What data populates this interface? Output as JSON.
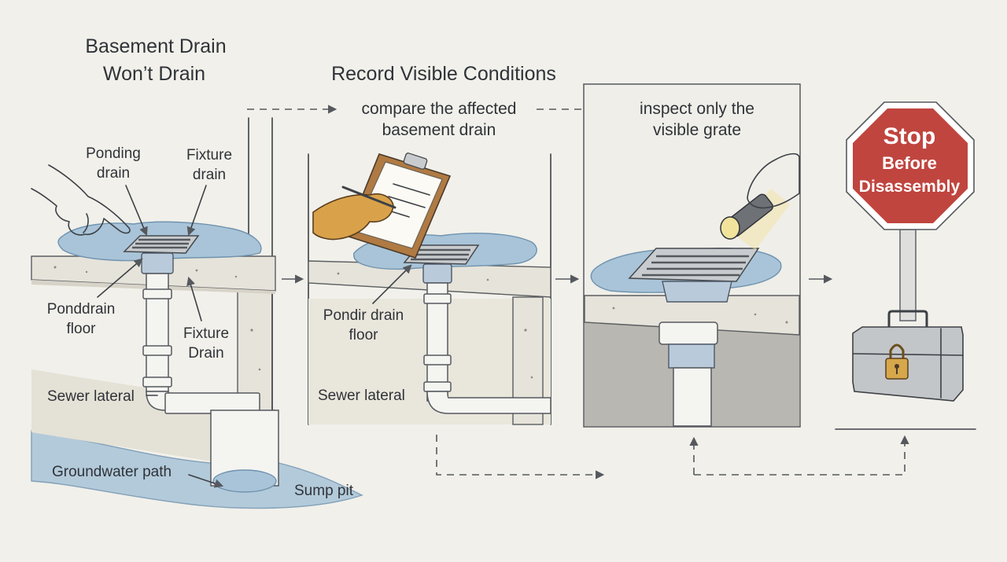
{
  "panels": {
    "p1": {
      "title_line1": "Basement Drain",
      "title_line2": "Won’t Drain",
      "labels": {
        "ponding_drain_1": "Ponding",
        "ponding_drain_2": "drain",
        "fixture_drain_top_1": "Fixture",
        "fixture_drain_top_2": "drain",
        "ponddrain_floor_1": "Ponddrain",
        "ponddrain_floor_2": "floor",
        "fixture_drain_low_1": "Fixture",
        "fixture_drain_low_2": "Drain",
        "sewer_lateral": "Sewer lateral",
        "groundwater_path": "Groundwater path",
        "sump_pit": "Sump pit"
      }
    },
    "p2": {
      "title": "Record Visible Conditions",
      "caption_line1": "compare the affected",
      "caption_line2": "basement drain",
      "labels": {
        "pondir_floor_1": "Pondir drain",
        "pondir_floor_2": "floor",
        "sewer_lateral": "Sewer lateral"
      }
    },
    "p3": {
      "caption_line1": "inspect only the",
      "caption_line2": "visible grate"
    },
    "p4": {
      "sign_line1": "Stop",
      "sign_line2": "Before",
      "sign_line3": "Disassembly"
    }
  },
  "colors": {
    "background": "#f1f0ea",
    "stop_sign": "#c0453f",
    "water": "#a9c4d8",
    "glove": "#d9a24a",
    "toolbox": "#c3c6c9",
    "padlock": "#d6a74b"
  },
  "icons": [
    "pointing-hand-icon",
    "clipboard-icon",
    "gloved-hand-icon",
    "flashlight-icon",
    "stop-sign-icon",
    "toolbox-icon",
    "padlock-icon"
  ]
}
